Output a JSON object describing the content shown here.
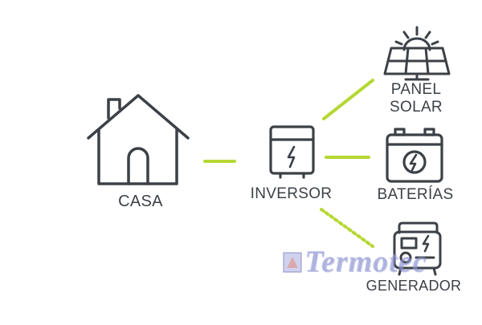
{
  "diagram": {
    "nodes": {
      "house": {
        "label": "CASA"
      },
      "inverter": {
        "label": "INVERSOR"
      },
      "solar_panel": {
        "label_line1": "PANEL",
        "label_line2": "SOLAR"
      },
      "batteries": {
        "label": "BATERÍAS"
      },
      "generator": {
        "label": "GENERADOR"
      }
    },
    "connections": [
      {
        "from": "house",
        "to": "inverter",
        "style": "solid"
      },
      {
        "from": "inverter",
        "to": "solar_panel",
        "style": "solid"
      },
      {
        "from": "inverter",
        "to": "batteries",
        "style": "solid"
      },
      {
        "from": "inverter",
        "to": "generator",
        "style": "dotted"
      }
    ]
  },
  "watermark": {
    "text": "Termotec"
  },
  "colors": {
    "icon_stroke": "#3c4147",
    "connector": "#b5d733",
    "watermark": "#969bd7"
  },
  "icons": {
    "house": "house-icon",
    "inverter": "inverter-icon",
    "solar_panel": "solar-panel-icon",
    "batteries": "battery-icon",
    "generator": "generator-icon"
  }
}
